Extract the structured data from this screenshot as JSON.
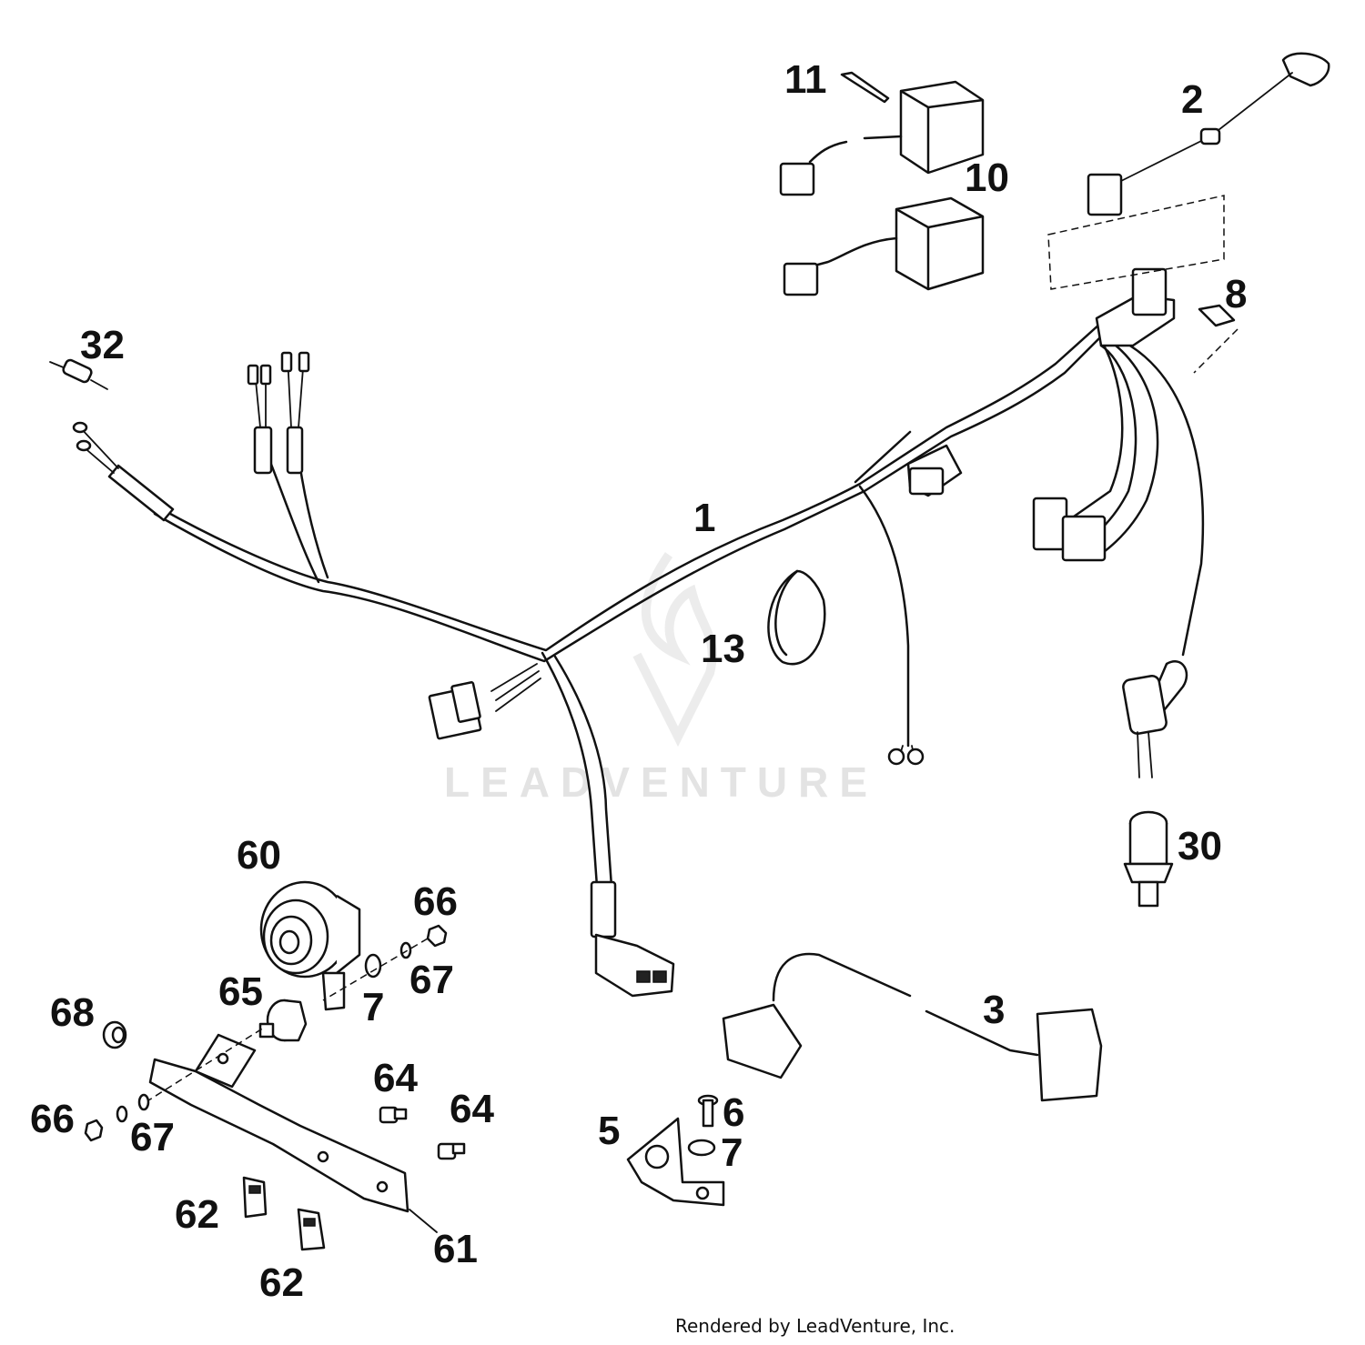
{
  "watermark": {
    "text": "LEADVENTURE"
  },
  "footer": {
    "text": "Rendered by LeadVenture, Inc."
  },
  "callouts": {
    "c1": "1",
    "c2": "2",
    "c3": "3",
    "c5": "5",
    "c6": "6",
    "c7a": "7",
    "c7b": "7",
    "c8": "8",
    "c10": "10",
    "c11": "11",
    "c13": "13",
    "c30": "30",
    "c32": "32",
    "c60": "60",
    "c61": "61",
    "c62a": "62",
    "c62b": "62",
    "c64a": "64",
    "c64b": "64",
    "c65": "65",
    "c66a": "66",
    "c66b": "66",
    "c67a": "67",
    "c67b": "67",
    "c68": "68"
  }
}
